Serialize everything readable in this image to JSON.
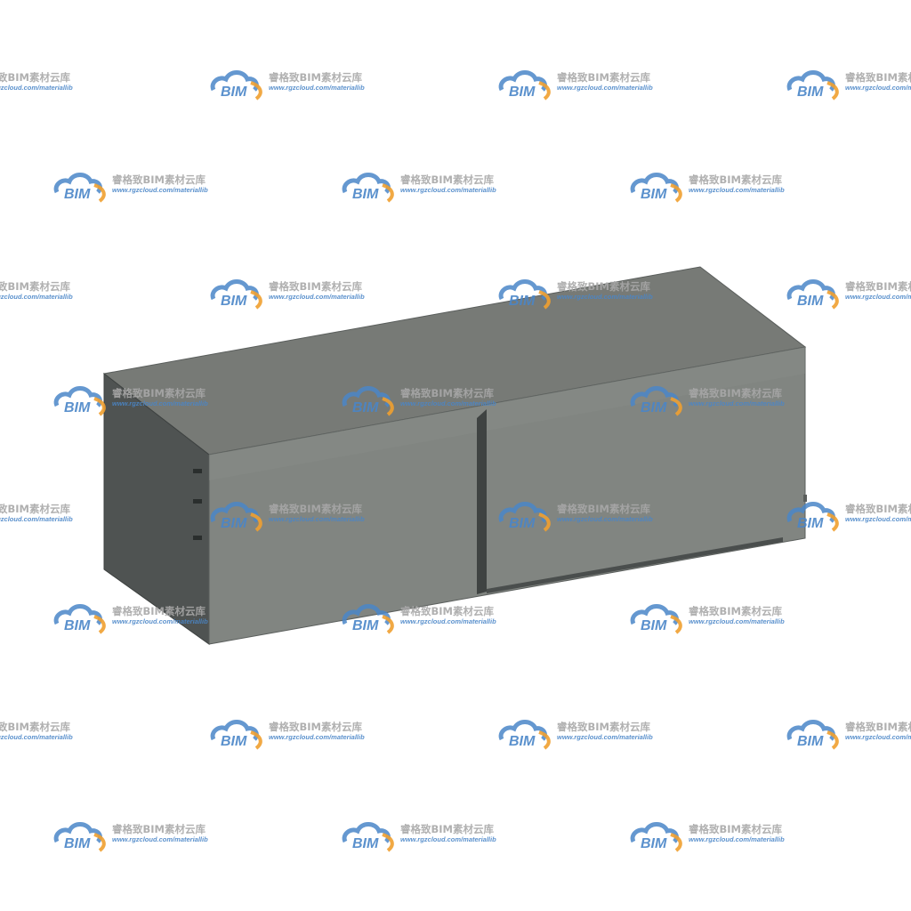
{
  "watermark": {
    "name": "睿格致BIM素材云库",
    "url": "www.rgzcloud.com/materiallib",
    "logo_text": "BIM",
    "logo_blue": "#4a86c8",
    "logo_orange": "#f0a030",
    "text_color": "#a8a8a8"
  },
  "model": {
    "description_icon": "cabinet-box",
    "colors": {
      "top": "#787a76",
      "front": "#808480",
      "side": "#4f5352",
      "groove": "#3e4241",
      "edge": "#2f3332"
    }
  }
}
